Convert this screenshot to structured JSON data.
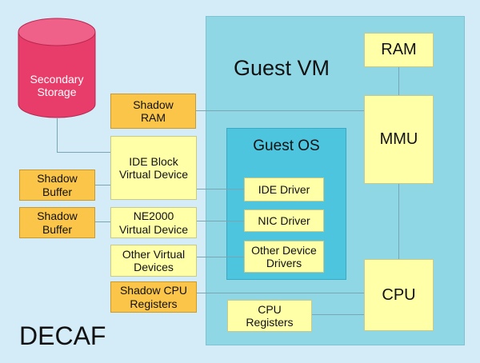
{
  "diagram": {
    "title": "DECAF",
    "guest_vm": "Guest VM",
    "guest_os": "Guest OS",
    "secondary_storage": "Secondary\nStorage",
    "ram": "RAM",
    "mmu": "MMU",
    "cpu": "CPU",
    "cpu_registers": "CPU\nRegisters",
    "shadow_ram": "Shadow\nRAM",
    "ide_block": "IDE Block\nVirtual Device",
    "shadow_buffer_1": "Shadow\nBuffer",
    "shadow_buffer_2": "Shadow\nBuffer",
    "ne2000": "NE2000\nVirtual Device",
    "other_virtual": "Other Virtual\nDevices",
    "shadow_cpu_registers": "Shadow CPU\nRegisters",
    "ide_driver": "IDE Driver",
    "nic_driver": "NIC Driver",
    "other_drivers": "Other Device\nDrivers"
  },
  "colors": {
    "background": "#d4ebf8",
    "guest_vm": "#90d7e6",
    "guest_os": "#4ec5df",
    "yellow_box": "#ffffa8",
    "orange_box": "#fbc54a",
    "storage": "#e83d6a"
  }
}
